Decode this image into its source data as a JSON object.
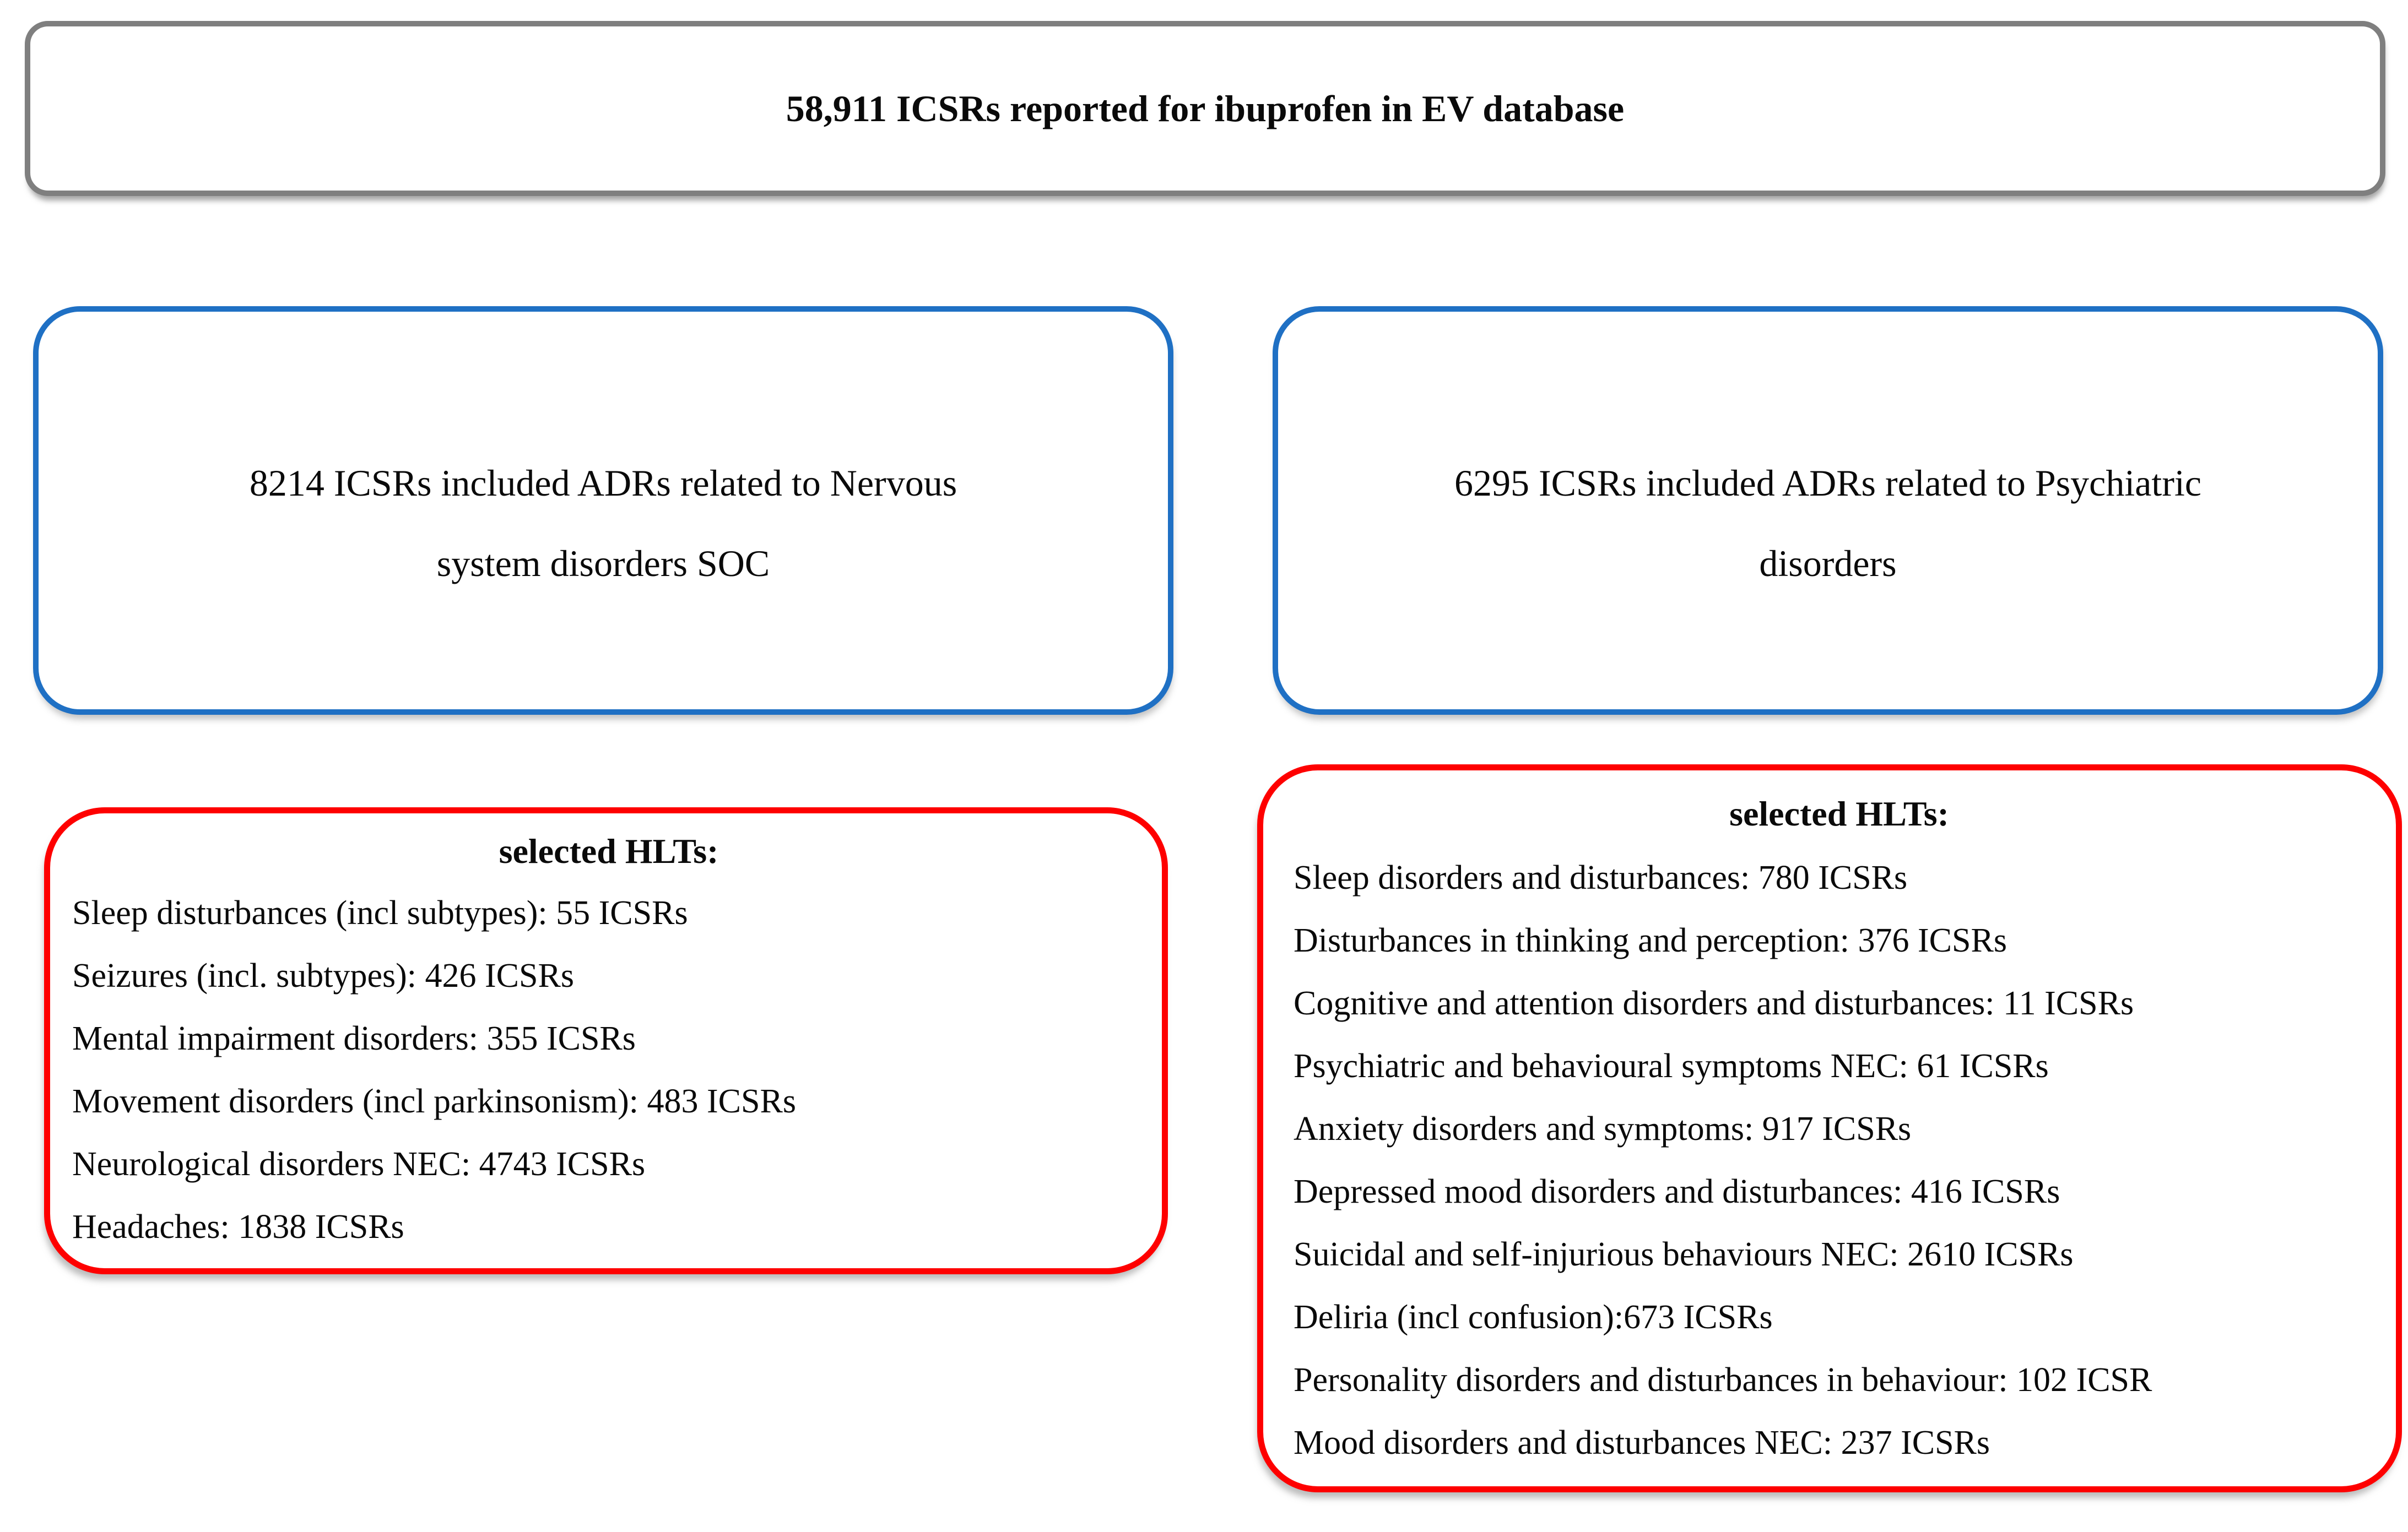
{
  "total_box": {
    "text": "58,911 ICSRs reported for ibuprofen in EV database"
  },
  "nervous_soc_box": {
    "text": "8214 ICSRs included ADRs related to Nervous\nsystem disorders SOC"
  },
  "psychiatric_soc_box": {
    "text": "6295 ICSRs included ADRs related to Psychiatric\ndisorders"
  },
  "nervous_hlt_box": {
    "heading": "selected HLTs:",
    "items": [
      "Sleep disturbances (incl subtypes): 55 ICSRs",
      "Seizures (incl. subtypes): 426 ICSRs",
      "Mental impairment disorders: 355 ICSRs",
      "Movement disorders (incl parkinsonism): 483 ICSRs",
      "Neurological disorders NEC: 4743 ICSRs",
      "Headaches: 1838 ICSRs"
    ]
  },
  "psychiatric_hlt_box": {
    "heading": "selected HLTs:",
    "items": [
      "Sleep disorders and disturbances: 780 ICSRs",
      "Disturbances in thinking and perception: 376 ICSRs",
      "Cognitive and attention disorders and disturbances: 11 ICSRs",
      "Psychiatric and behavioural symptoms NEC: 61 ICSRs",
      "Anxiety disorders and symptoms: 917 ICSRs",
      "Depressed mood disorders and disturbances: 416 ICSRs",
      "Suicidal and self-injurious behaviours NEC: 2610 ICSRs",
      "Deliria (incl confusion):673 ICSRs",
      "Personality disorders and disturbances in behaviour: 102 ICSR",
      "Mood disorders and disturbances NEC: 237 ICSRs"
    ]
  },
  "colors": {
    "gray_border": "#7f7f7f",
    "blue_border": "#1f70c4",
    "red_border": "#fe0000",
    "text": "#0a0a0a",
    "background": "#ffffff"
  }
}
